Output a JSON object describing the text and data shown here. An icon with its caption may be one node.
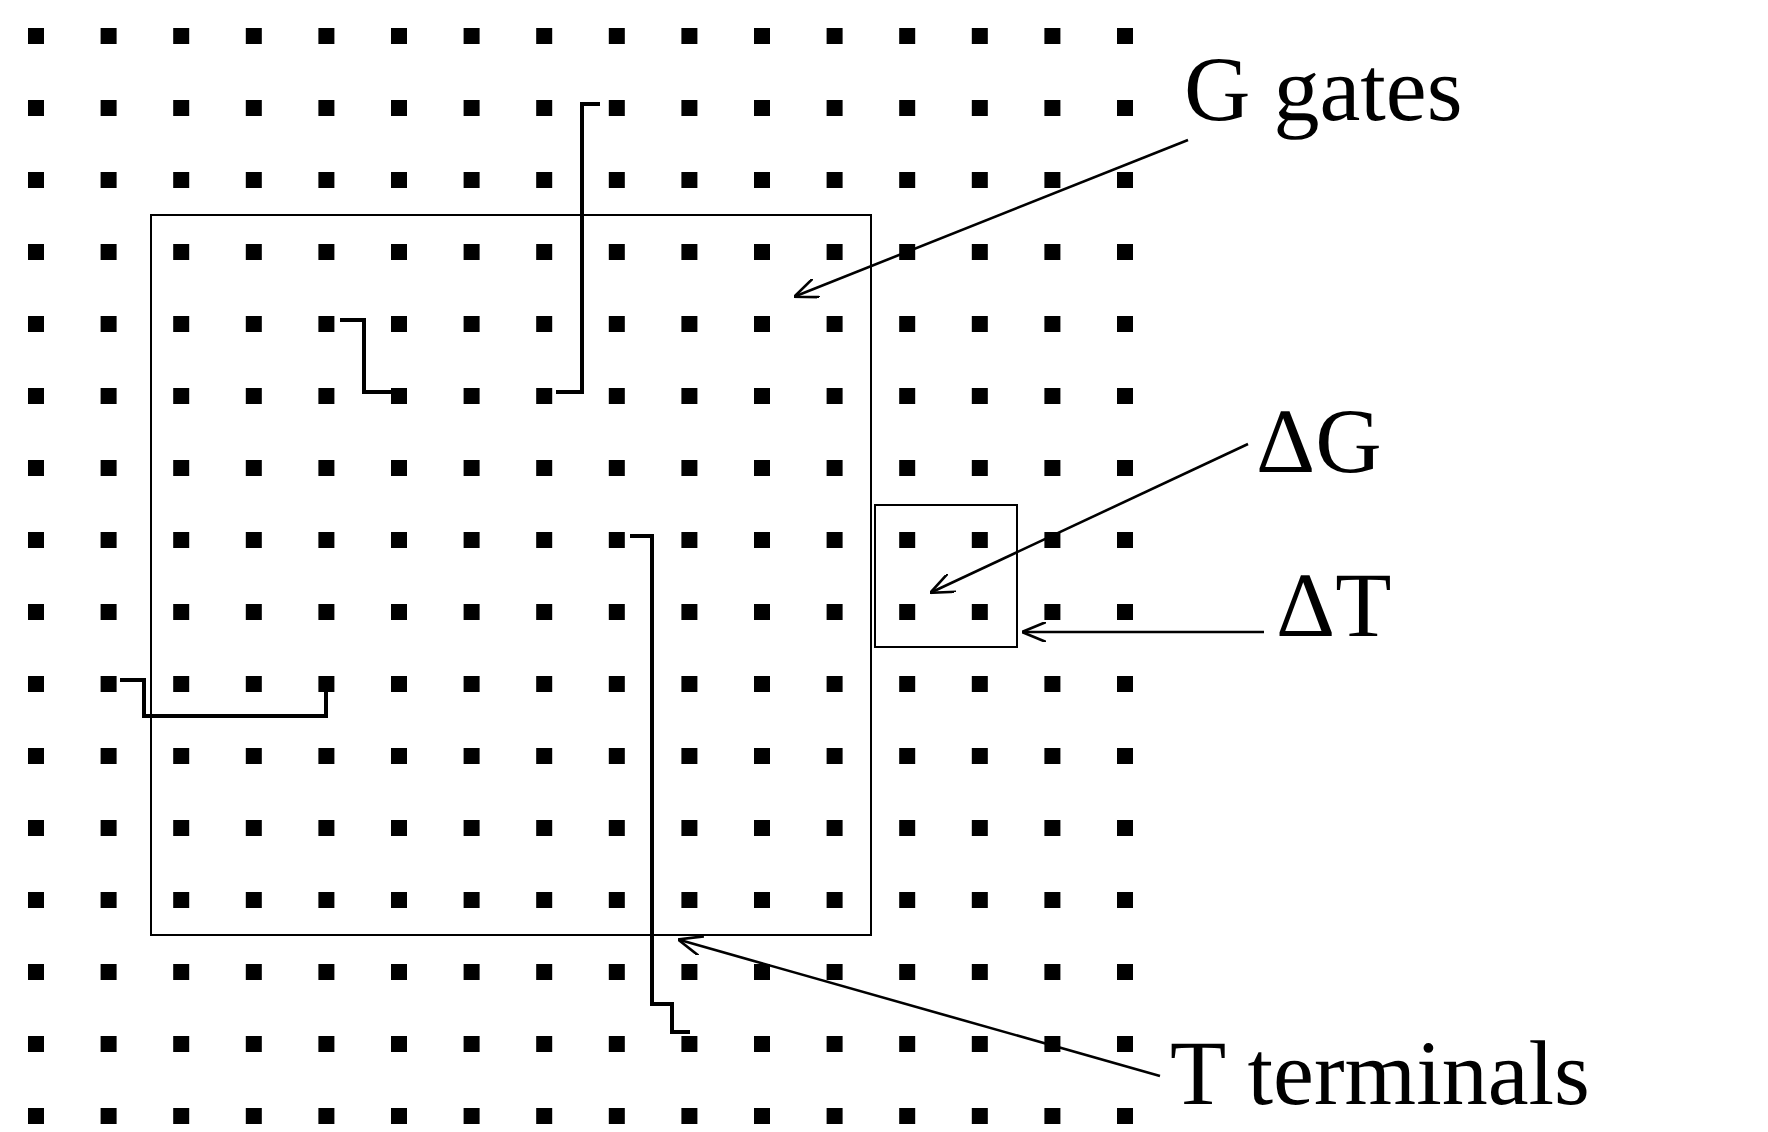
{
  "diagram": {
    "nodes": [
      {
        "text": [
          "G gates"
        ]
      },
      {
        "text": [
          "ΔG"
        ]
      },
      {
        "text": [
          "ΔT"
        ]
      },
      {
        "text": [
          "T terminals"
        ]
      },
      {
        "text": [],
        "shape": "box"
      },
      {
        "text": [],
        "shape": "box"
      }
    ],
    "edges": [
      {
        "from": 0,
        "to": 4,
        "arrow": "to"
      },
      {
        "from": 1,
        "to": 5,
        "arrow": "to"
      },
      {
        "from": 2,
        "to": 5,
        "arrow": "to"
      },
      {
        "from": 3,
        "to": 4,
        "arrow": "to"
      }
    ]
  }
}
